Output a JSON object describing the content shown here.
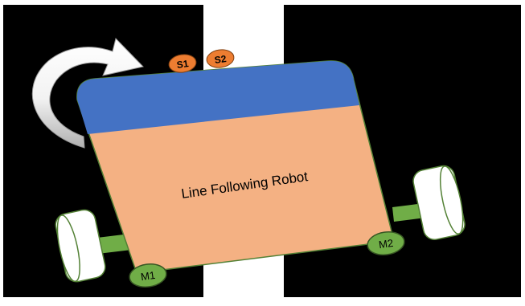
{
  "diagram": {
    "robot_label": "Line Following Robot",
    "sensors": [
      {
        "id": "s1",
        "label": "S1"
      },
      {
        "id": "s2",
        "label": "S2"
      }
    ],
    "motors": [
      {
        "id": "m1",
        "label": "M1"
      },
      {
        "id": "m2",
        "label": "M2"
      }
    ],
    "colors": {
      "background": "#000000",
      "track_line": "#ffffff",
      "robot_body": "#f4b183",
      "robot_top": "#4472c4",
      "sensor": "#ed7d31",
      "motor": "#70ad47",
      "axle": "#70ad47",
      "wheel": "#ffffff",
      "outline": "#538135",
      "arrow": "#ffffff"
    }
  }
}
